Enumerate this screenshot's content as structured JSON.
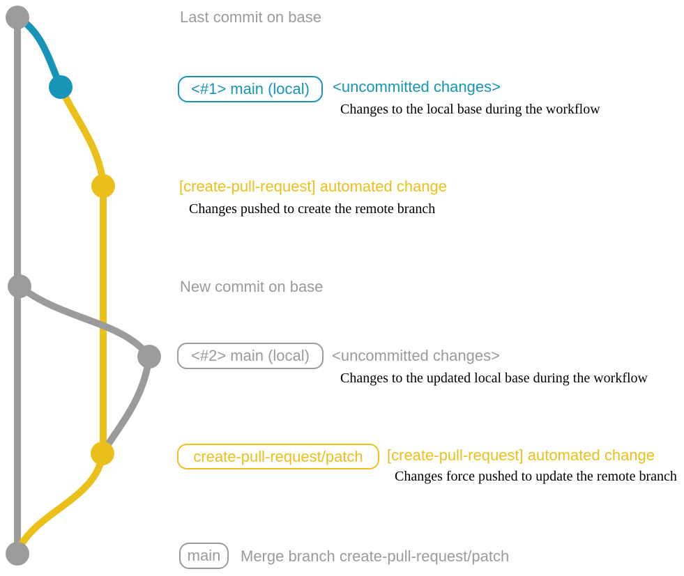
{
  "colors": {
    "gray": "#9b9b9b",
    "teal": "#1695b8",
    "yellow": "#ecc01a",
    "annotation_text": "#000000"
  },
  "graph": {
    "lanes": [
      "base (main)",
      "local main",
      "create-pull-request/patch"
    ],
    "commits": [
      {
        "id": "base-1",
        "color": "gray",
        "caption": "Last commit on base"
      },
      {
        "id": "local-1",
        "color": "teal",
        "caption": "<#1> main (local) <uncommitted changes>"
      },
      {
        "id": "patch-1",
        "color": "yellow",
        "caption": "[create-pull-request] automated change"
      },
      {
        "id": "base-2",
        "color": "gray",
        "caption": "New commit on base"
      },
      {
        "id": "local-2",
        "color": "gray",
        "caption": "<#2> main (local) <uncommitted changes>"
      },
      {
        "id": "patch-2",
        "color": "yellow",
        "caption": "create-pull-request/patch [create-pull-request] automated change"
      },
      {
        "id": "merge",
        "color": "gray",
        "caption": "main Merge branch create-pull-request/patch"
      }
    ]
  },
  "annotations": {
    "last_commit": "Last commit on base",
    "branch1_label": "<#1> main (local)",
    "uncommitted1_title": "<uncommitted changes>",
    "uncommitted1_desc": "Changes to the local base during the workflow",
    "automated1_title": "[create-pull-request] automated change",
    "automated1_desc": "Changes pushed to create the remote branch",
    "new_commit": "New commit on base",
    "branch2_label": "<#2> main (local)",
    "uncommitted2_title": "<uncommitted changes>",
    "uncommitted2_desc": "Changes to the updated local base during the workflow",
    "patch_branch_label": "create-pull-request/patch",
    "automated2_title": "[create-pull-request] automated change",
    "automated2_desc": "Changes force pushed to update the remote branch",
    "main_label": "main",
    "merge_message": "Merge branch create-pull-request/patch"
  }
}
